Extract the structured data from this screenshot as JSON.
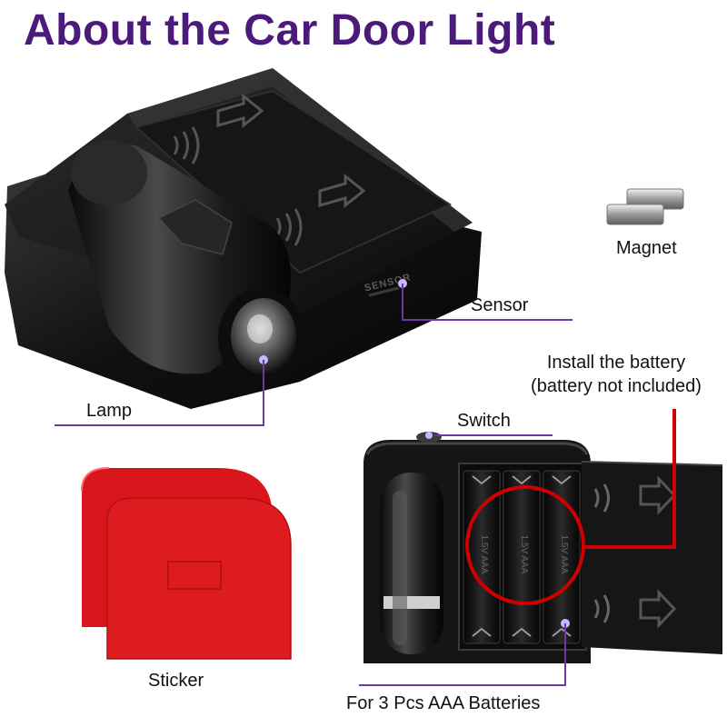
{
  "title": "About the Car Door Light",
  "labels": {
    "magnet": "Magnet",
    "sensor": "Sensor",
    "lamp": "Lamp",
    "install_line1": "Install the battery",
    "install_line2": "(battery not included)",
    "switch": "Switch",
    "sticker": "Sticker",
    "batteries": "For 3 Pcs AAA Batteries",
    "sensor_engraving": "SENSOR",
    "cell_marking": "1.5V AAA"
  },
  "icons": [
    "arrow-icon",
    "wireless-signal-icon"
  ],
  "colors": {
    "title": "#4b1a7a",
    "callout_line": "#6a3aa0",
    "highlight_ring": "#d10000",
    "sticker": "#d9161b",
    "device_body": "#141414"
  }
}
